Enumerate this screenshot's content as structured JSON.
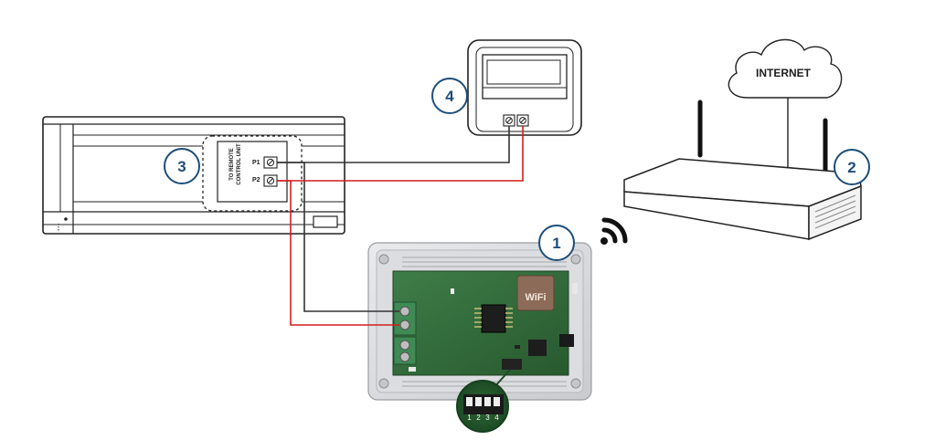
{
  "callouts": [
    "1",
    "2",
    "3",
    "4"
  ],
  "cloud_label": "INTERNET",
  "terminal_caption": [
    "TO REMOTE",
    "CONTROL UNIT"
  ],
  "terminal_labels": [
    "P1",
    "P2"
  ],
  "chip_label": "WiFi",
  "dip_numbers": [
    "1",
    "2",
    "3",
    "4"
  ],
  "colors": {
    "callout_ring": "#1d4e78",
    "signal_wire": "#d11f1f",
    "ground_wire": "#333333",
    "pcb": "#2f6b3a",
    "connector": "#3f8a55"
  },
  "icons": [
    "wifi-signal-icon",
    "screw-terminal-icon"
  ]
}
